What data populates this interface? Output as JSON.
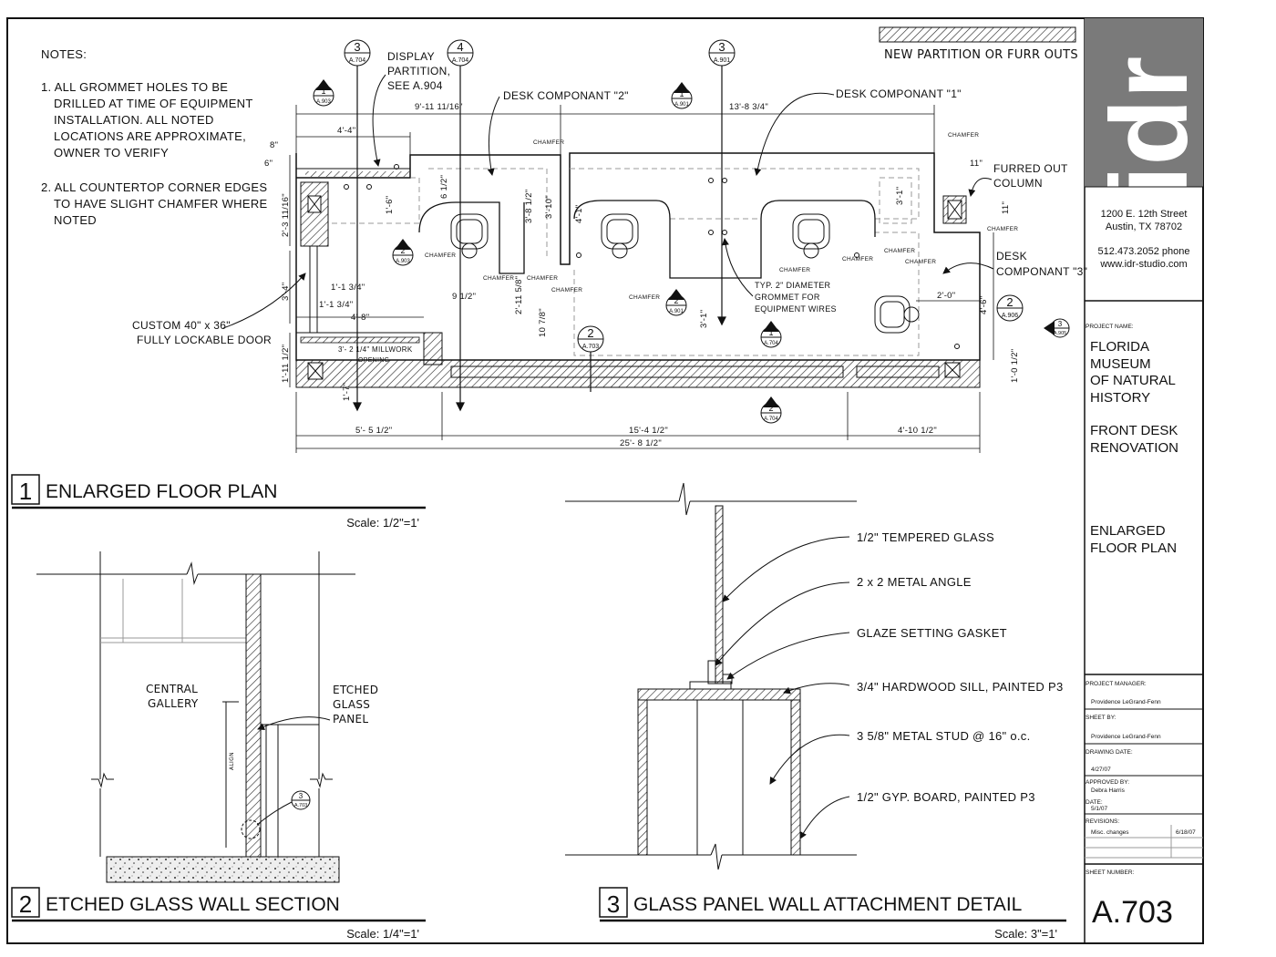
{
  "notes": {
    "title": "NOTES:",
    "n1": [
      "1. ALL GROMMET HOLES TO BE",
      "DRILLED AT TIME OF EQUIPMENT",
      "INSTALLATION. ALL NOTED",
      "LOCATIONS ARE APPROXIMATE,",
      "OWNER TO VERIFY"
    ],
    "n2": [
      "2. ALL COUNTERTOP CORNER EDGES",
      "TO HAVE SLIGHT CHAMFER WHERE",
      "NOTED"
    ]
  },
  "legend": {
    "label": "NEW PARTITION OR FURR OUTS"
  },
  "plan": {
    "labels": {
      "display_partition": [
        "DISPLAY",
        "PARTITION,",
        "SEE A.904"
      ],
      "desk2": "DESK COMPONANT \"2\"",
      "desk1": "DESK COMPONANT \"1\"",
      "desk3": [
        "DESK",
        "COMPONANT \"3\""
      ],
      "furred": [
        "FURRED OUT",
        "COLUMN"
      ],
      "door": [
        "CUSTOM 40\" x 36\"",
        "FULLY LOCKABLE DOOR"
      ],
      "grommet": [
        "TYP. 2\" DIAMETER",
        "GROMMET FOR",
        "EQUIPMENT WIRES"
      ],
      "millwork": [
        "3'- 2 1/4\" MILLWORK",
        "OPENING"
      ],
      "chamfer": "CHAMFER"
    },
    "dims": {
      "top1": "9'-11 11/16\"",
      "top2": "13'-8 3/4\"",
      "top3": "4'-4\"",
      "bot1": "5'- 5 1/2\"",
      "bot2": "15'-4 1/2\"",
      "bot3": "4'-10 1/2\"",
      "total": "25'- 8 1/2\"",
      "d6": "6\"",
      "d8": "8\"",
      "d2_3": "2'-3 11/16\"",
      "d3_4": "3'-4\"",
      "d1_11": "1'-11 1/2\"",
      "d1_6": "1'-6\"",
      "d6_5": "6 1/2\"",
      "d3_8": "3'-8 1/2\"",
      "d3_10": "3'-10\"",
      "d4_1": "4'-1\"",
      "d11": "11\"",
      "d11b": "11\"",
      "d3_1": "3'-1\"",
      "d3_1b": "3'-1\"",
      "d2_0": "2'-0\"",
      "d4_6": "4'-6\"",
      "d1_0": "1'-0 1/2\"",
      "d1_1a": "1'-1 3/4\"",
      "d1_1b": "1'-1 3/4\"",
      "d9": "9 1/2\"",
      "d4_8": "4'-8\"",
      "d2_11": "2'-11 5/8\"",
      "d10": "10 7/8\"",
      "d1_7": "1'-7\""
    },
    "callouts": {
      "c1": {
        "num": "3",
        "ref": "A.704"
      },
      "c2": {
        "num": "4",
        "ref": "A.704"
      },
      "c3": {
        "num": "3",
        "ref": "A.901"
      },
      "c4": {
        "num": "1",
        "ref": "A.903"
      },
      "c5": {
        "num": "1",
        "ref": "A.901"
      },
      "c6": {
        "num": "2",
        "ref": "A.903"
      },
      "c7": {
        "num": "2",
        "ref": "A.901"
      },
      "c8": {
        "num": "2",
        "ref": "A.703"
      },
      "c9": {
        "num": "1",
        "ref": "A.704"
      },
      "c10": {
        "num": "2",
        "ref": "A.704"
      },
      "c11": {
        "num": "2",
        "ref": "A.906"
      },
      "c12": {
        "num": "3",
        "ref": "A.905"
      },
      "c13": {
        "num": "3",
        "ref": "A.703"
      }
    }
  },
  "drawings": {
    "d1": {
      "num": "1",
      "title": "ENLARGED FLOOR  PLAN",
      "scale": "Scale: 1/2\"=1'"
    },
    "d2": {
      "num": "2",
      "title": "ETCHED GLASS WALL SECTION",
      "scale": "Scale: 1/4\"=1'"
    },
    "d3": {
      "num": "3",
      "title": "GLASS PANEL WALL ATTACHMENT DETAIL",
      "scale": "Scale: 3\"=1'"
    }
  },
  "section": {
    "central": [
      "CENTRAL",
      "GALLERY"
    ],
    "etched": [
      "ETCHED",
      "GLASS",
      "PANEL"
    ],
    "align": "ALIGN"
  },
  "detail": {
    "labels": [
      "1/2\" TEMPERED GLASS",
      "2 x 2 METAL ANGLE",
      "GLAZE SETTING GASKET",
      "3/4\" HARDWOOD SILL, PAINTED P3",
      "3 5/8\" METAL STUD @ 16\" o.c.",
      "1/2\" GYP. BOARD, PAINTED P3"
    ]
  },
  "titleblock": {
    "logo": "idr",
    "address": [
      "1200 E. 12th Street",
      "Austin, TX 78702"
    ],
    "contact": [
      "512.473.2052 phone",
      "www.idr-studio.com"
    ],
    "project_name_label": "PROJECT NAME:",
    "project_name": [
      "FLORIDA",
      "MUSEUM",
      "OF NATURAL",
      "HISTORY"
    ],
    "project_sub": [
      "FRONT DESK",
      "RENOVATION"
    ],
    "sheet_title": [
      "ENLARGED",
      "FLOOR PLAN"
    ],
    "pm_label": "PROJECT MANAGER:",
    "pm": "Providence LeGrand-Fenn",
    "sheetby_label": "SHEET BY:",
    "sheetby": "Providence LeGrand-Fenn",
    "date_label": "DRAWING DATE:",
    "date": "4/27/07",
    "approved_label": "APPROVED BY:",
    "approved": "Debra Harris",
    "apdate_label": "DATE:",
    "apdate": "5/1/07",
    "revisions_label": "REVISIONS:",
    "revision": "Misc. changes",
    "revision_date": "6/18/07",
    "sheetnum_label": "SHEET NUMBER:",
    "sheetnum": "A.703"
  }
}
